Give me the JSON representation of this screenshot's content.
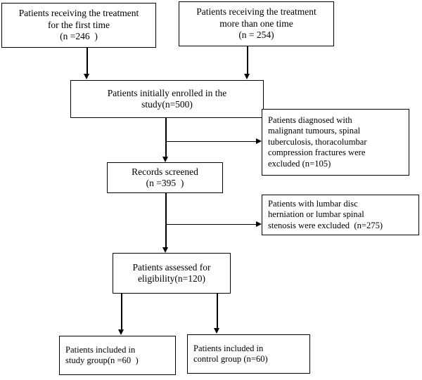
{
  "diagram": {
    "title": "Patient enrollment flow diagram",
    "type": "flowchart",
    "background_color": "#ffffff",
    "line_color": "#000000",
    "text_color": "#000000"
  },
  "nodes": {
    "first_time": {
      "id": "first-time",
      "lines": [
        "Patients receiving the treatment",
        "for the first time",
        "(n =246  )"
      ],
      "count": 246,
      "align": "center"
    },
    "repeat": {
      "id": "repeat-treatment",
      "lines": [
        "Patients receiving the treatment",
        "more than one time",
        "(n = 254)"
      ],
      "count": 254,
      "align": "center"
    },
    "enrolled": {
      "id": "initially-enrolled",
      "lines": [
        "Patients initially enrolled in the",
        "study(n=500)"
      ],
      "count": 500,
      "align": "center"
    },
    "excluded_1": {
      "id": "excluded-malignant",
      "lines": [
        "Patients diagnosed with",
        "malignant tumours, spinal",
        "tuberculosis, thoracolumbar",
        "compression fractures were",
        "excluded (n=105)"
      ],
      "count": 105,
      "align": "left"
    },
    "screened": {
      "id": "records-screened",
      "lines": [
        "Records screened",
        "(n =395  )"
      ],
      "count": 395,
      "align": "center"
    },
    "excluded_2": {
      "id": "excluded-herniation",
      "lines": [
        "Patients with lumbar disc",
        "herniation or lumbar spinal",
        "stenosis were excluded  (n=275)"
      ],
      "count": 275,
      "align": "left"
    },
    "eligibility": {
      "id": "assessed-eligibility",
      "lines": [
        "Patients assessed for",
        "eligibility(n=120)"
      ],
      "count": 120,
      "align": "center"
    },
    "study_group": {
      "id": "study-group",
      "lines": [
        "Patients included in",
        "study group(n =60  )"
      ],
      "count": 60,
      "align": "left"
    },
    "control_group": {
      "id": "control-group",
      "lines": [
        "Patients included in",
        "control group (n=60)"
      ],
      "count": 60,
      "align": "left"
    }
  },
  "connectors": [
    {
      "name": "first-time-to-enrolled",
      "from": "first_time",
      "to": "enrolled",
      "kind": "down-arrow"
    },
    {
      "name": "repeat-to-enrolled",
      "from": "repeat",
      "to": "enrolled",
      "kind": "down-arrow"
    },
    {
      "name": "enrolled-to-screened",
      "from": "enrolled",
      "to": "screened",
      "kind": "down-arrow"
    },
    {
      "name": "enrolled-to-excluded-1",
      "from": "enrolled",
      "to": "excluded_1",
      "kind": "right-arrow"
    },
    {
      "name": "screened-to-eligibility",
      "from": "screened",
      "to": "eligibility",
      "kind": "down-arrow"
    },
    {
      "name": "screened-to-excluded-2",
      "from": "screened",
      "to": "excluded_2",
      "kind": "right-arrow"
    },
    {
      "name": "eligibility-to-study-group",
      "from": "eligibility",
      "to": "study_group",
      "kind": "down-arrow"
    },
    {
      "name": "eligibility-to-control-group",
      "from": "eligibility",
      "to": "control_group",
      "kind": "down-arrow"
    }
  ]
}
